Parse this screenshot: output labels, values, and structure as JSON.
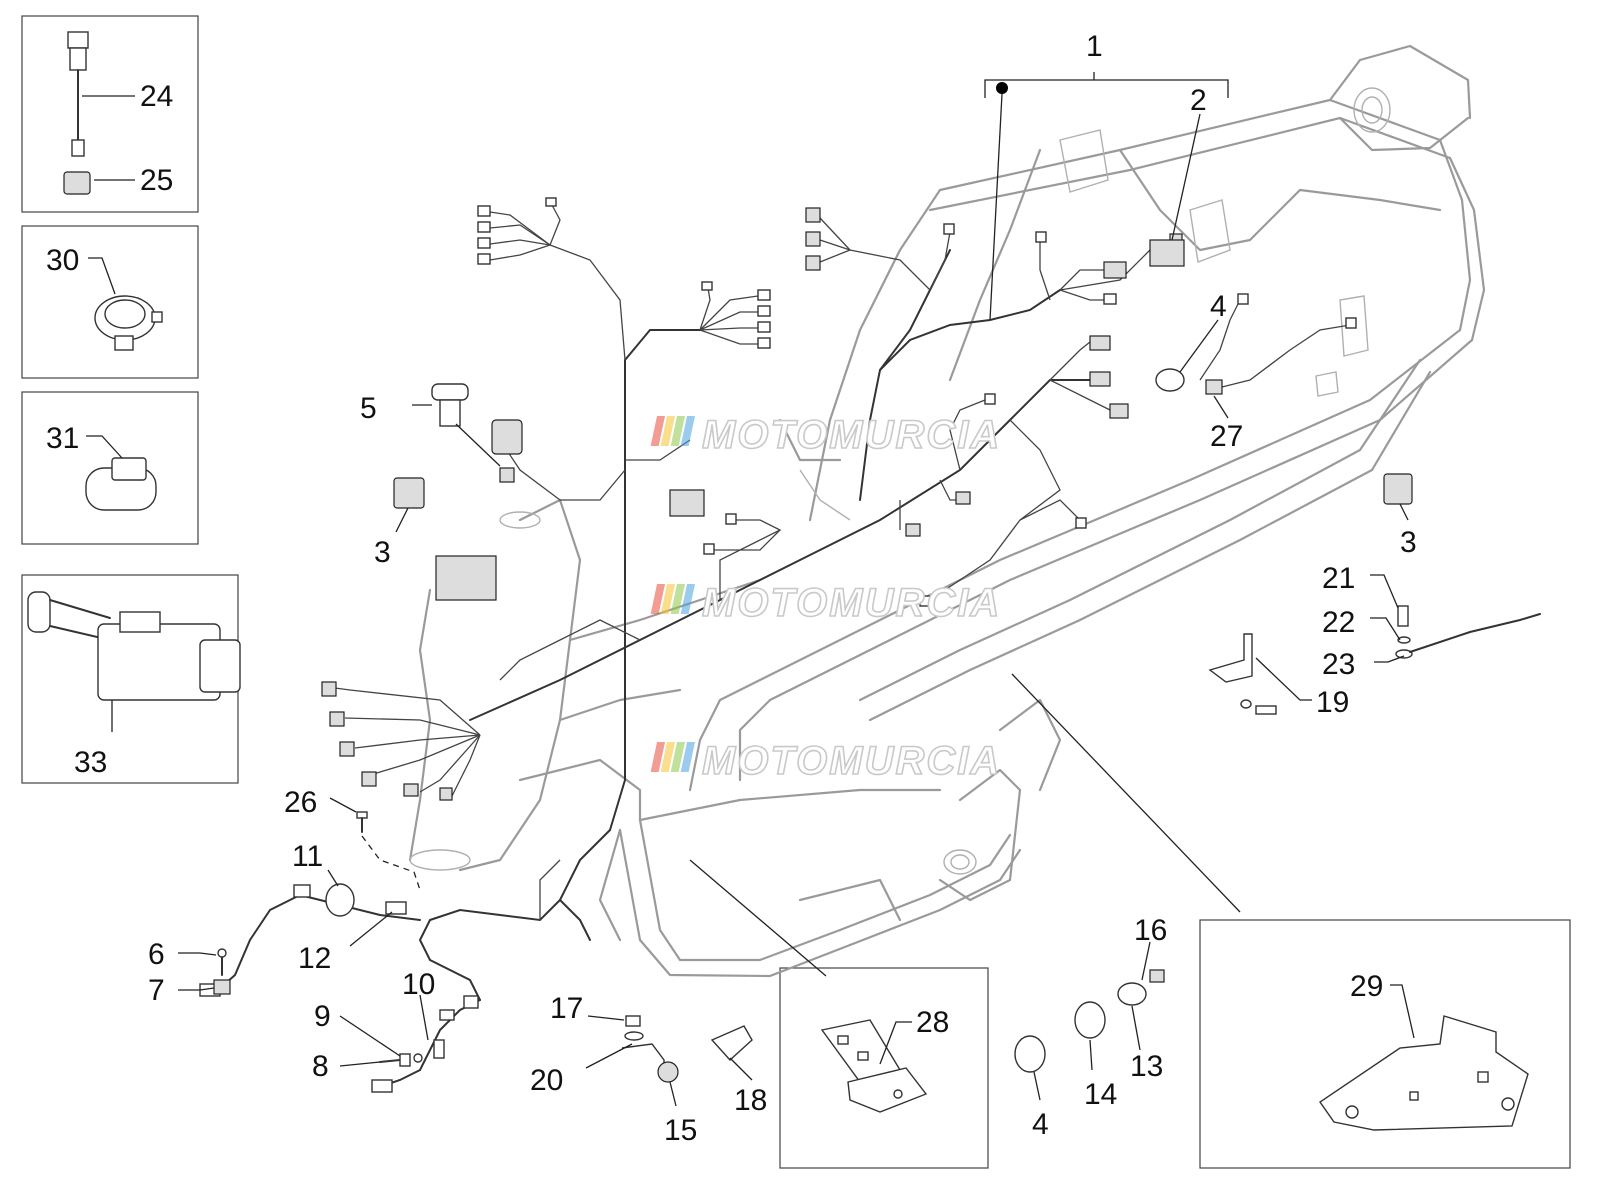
{
  "watermark": {
    "text": "MOTOMURCIA",
    "stripe_colors": [
      "#e84a3a",
      "#f2c230",
      "#8cc84b",
      "#4aa3df"
    ]
  },
  "callouts": {
    "n1": "1",
    "n2": "2",
    "n3a": "3",
    "n3b": "3",
    "n4a": "4",
    "n4b": "4",
    "n5": "5",
    "n6": "6",
    "n7": "7",
    "n8": "8",
    "n9": "9",
    "n10": "10",
    "n11": "11",
    "n12": "12",
    "n13": "13",
    "n14": "14",
    "n15": "15",
    "n16": "16",
    "n17": "17",
    "n18": "18",
    "n19": "19",
    "n20": "20",
    "n21": "21",
    "n22": "22",
    "n23": "23",
    "n24": "24",
    "n25": "25",
    "n26": "26",
    "n27": "27",
    "n28": "28",
    "n29": "29",
    "n30": "30",
    "n31": "31",
    "n33": "33"
  }
}
